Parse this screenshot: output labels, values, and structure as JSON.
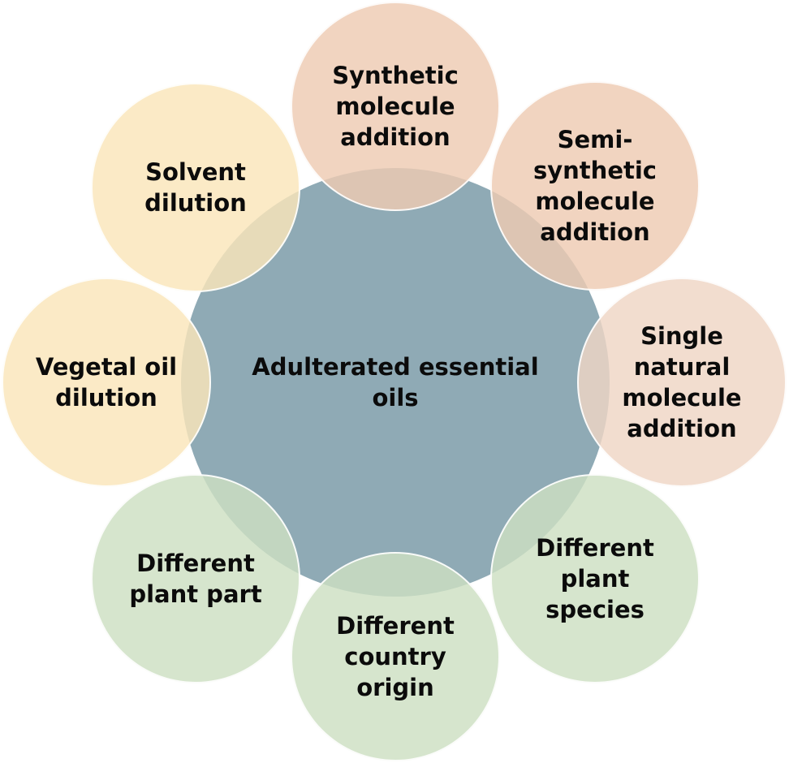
{
  "center": {
    "label": "Adulterated essential oils"
  },
  "colors": {
    "center": "#8faab5",
    "synthetic": "#eecbb2",
    "natural": "#efd6c5",
    "plant": "#cddfc2",
    "dilution": "#fae5b9"
  },
  "nodes": {
    "synthetic_molecule": "Synthetic\nmolecule\naddition",
    "semi_synthetic_molecule": "Semi-\nsynthetic\nmolecule\naddition",
    "single_natural_molecule": "Single\nnatural\nmolecule\naddition",
    "different_plant_species": "Different\nplant\nspecies",
    "different_country_origin": "Different\ncountry\norigin",
    "different_plant_part": "Different\nplant part",
    "vegetal_oil_dilution": "Vegetal oil\ndilution",
    "solvent_dilution": "Solvent\ndilution"
  }
}
